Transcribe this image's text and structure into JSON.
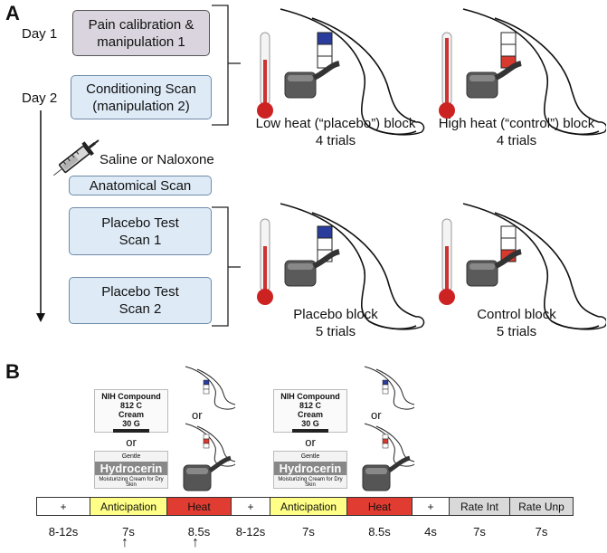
{
  "panel_a": {
    "letter": "A",
    "day1": "Day 1",
    "day2": "Day 2",
    "boxes": {
      "calibration": [
        "Pain calibration &",
        "manipulation 1"
      ],
      "conditioning": [
        "Conditioning Scan",
        "(manipulation 2)"
      ],
      "anatomical": "Anatomical Scan",
      "test1": [
        "Placebo Test",
        "Scan 1"
      ],
      "test2": [
        "Placebo Test",
        "Scan 2"
      ]
    },
    "drug": "Saline or Naloxone",
    "captions": {
      "low": [
        "Low heat (“placebo”) block",
        "4 trials"
      ],
      "high": [
        "High heat (“control”) block",
        "4 trials"
      ],
      "placebo": [
        "Placebo block",
        "5 trials"
      ],
      "control": [
        "Control block",
        "5 trials"
      ]
    },
    "colors": {
      "placebo": "#2b3d9c",
      "control": "#d93a2f",
      "thermometer": "#cc2222"
    }
  },
  "panel_b": {
    "letter": "B",
    "or": "or",
    "cream_label": {
      "line1": "NIH Compound 812 C",
      "line2": "Cream",
      "line3": "30 G"
    },
    "hydrocerin": {
      "brand": "Gentle",
      "name": "Hydrocerin",
      "sub": "Moisturizing Cream for Dry Skin"
    },
    "timeline": [
      {
        "label": "+",
        "duration": "8-12s",
        "color": "#ffffff"
      },
      {
        "label": "Anticipation",
        "duration": "7s",
        "color": "#ffff88"
      },
      {
        "label": "Heat",
        "duration": "8.5s",
        "color": "#e03c31"
      },
      {
        "label": "+",
        "duration": "8-12s",
        "color": "#ffffff"
      },
      {
        "label": "Anticipation",
        "duration": "7s",
        "color": "#ffff88"
      },
      {
        "label": "Heat",
        "duration": "8.5s",
        "color": "#e03c31"
      },
      {
        "label": "+",
        "duration": "4s",
        "color": "#ffffff"
      },
      {
        "label": "Rate Int",
        "duration": "7s",
        "color": "#d9d9d9"
      },
      {
        "label": "Rate Unp",
        "duration": "7s",
        "color": "#d9d9d9"
      }
    ],
    "arrows": [
      "↑",
      "↑"
    ]
  }
}
